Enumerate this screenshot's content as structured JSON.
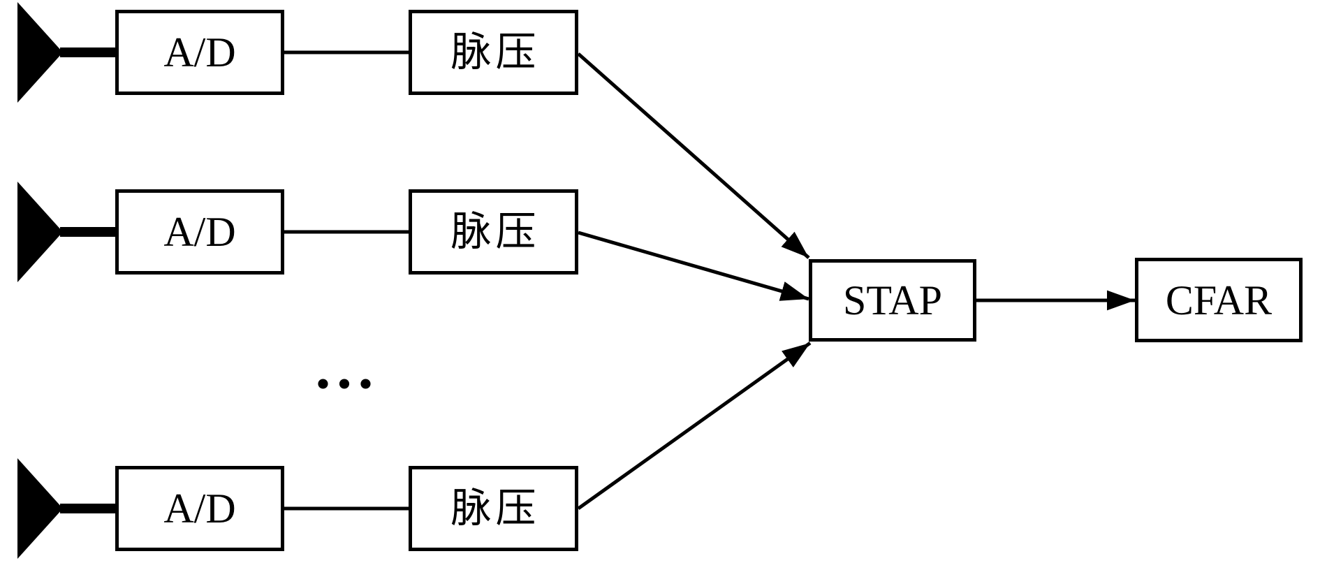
{
  "diagram": {
    "colors": {
      "ink": "#000000",
      "background": "#ffffff"
    },
    "channels": [
      {
        "adc": "A/D",
        "pulse_compression": "脉压"
      },
      {
        "adc": "A/D",
        "pulse_compression": "脉压"
      },
      {
        "adc": "A/D",
        "pulse_compression": "脉压"
      }
    ],
    "ellipsis": "···",
    "stap": "STAP",
    "cfar": "CFAR"
  }
}
